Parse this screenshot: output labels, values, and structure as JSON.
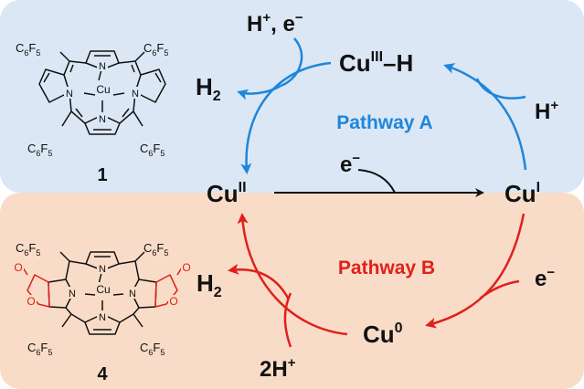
{
  "colors": {
    "panel_top": "#dbe7f5",
    "panel_bottom": "#f9dcc7",
    "pathway_a": "#1f86d9",
    "pathway_b": "#e0201b",
    "black": "#111111",
    "oxygen_red": "#e0201b"
  },
  "compound_1": {
    "number": "1",
    "metal": "Cu",
    "substituent": "C6F5",
    "nitrogen": "N"
  },
  "compound_4": {
    "number": "4",
    "metal": "Cu",
    "substituent": "C6F5",
    "nitrogen": "N",
    "oxygen": "O"
  },
  "species": {
    "cu_ii": "II",
    "cu_i": "I",
    "cu_iii": "III",
    "cu_0": "0",
    "cu": "Cu",
    "hydride": "–H",
    "h2": "H",
    "h2_sub": "2"
  },
  "reagents": {
    "electron": "e",
    "minus": "−",
    "h_plus": "H",
    "plus": "+",
    "h_plus_e": "H+, e−",
    "two_h_plus": "2H"
  },
  "pathways": {
    "a_label": "Pathway A",
    "b_label": "Pathway B"
  }
}
